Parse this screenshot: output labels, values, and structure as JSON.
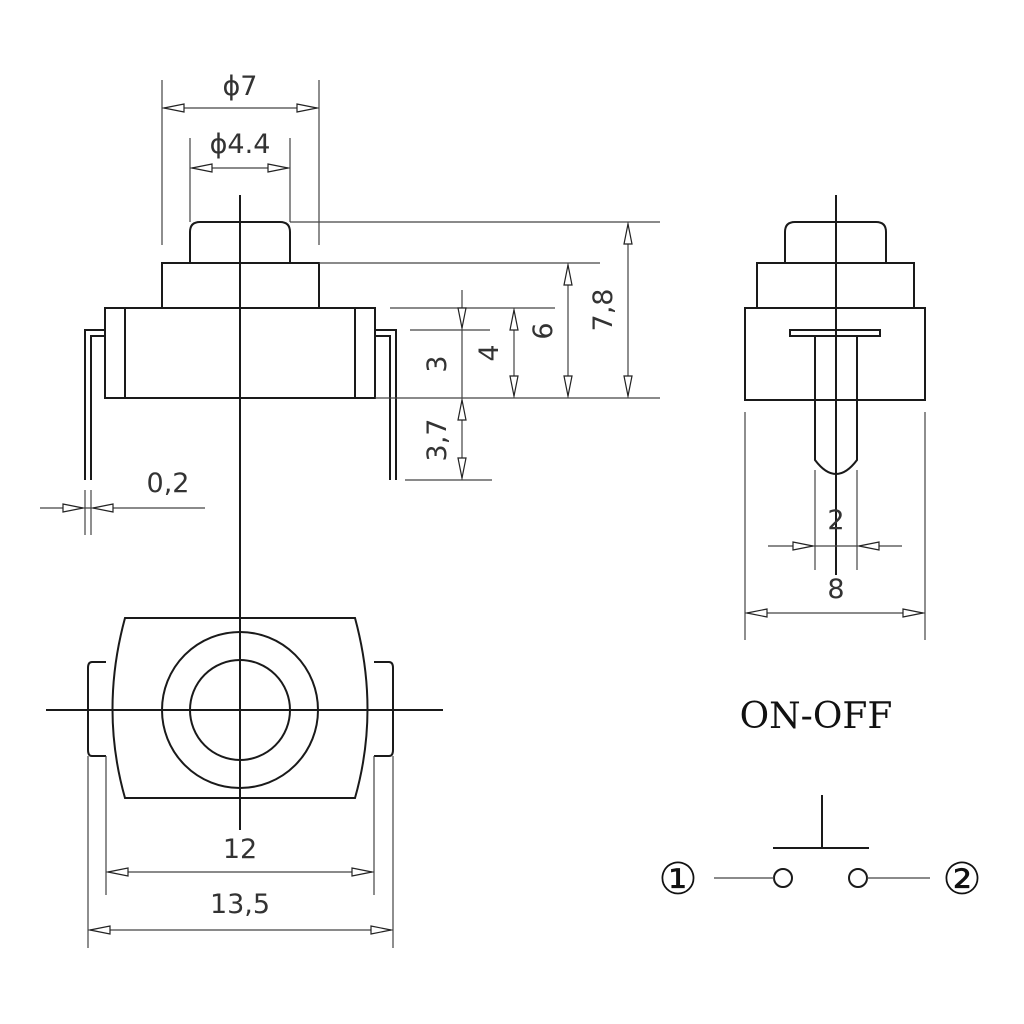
{
  "dimensions": {
    "outer_diameter": "ϕ7",
    "inner_diameter": "ϕ4.4",
    "total_height": "7,8",
    "height_6": "6",
    "height_4": "4",
    "height_3": "3",
    "pin_length": "3,7",
    "pin_thickness": "0,2",
    "pin_width": "2",
    "side_width": "8",
    "body_width": "12",
    "pin_span": "13,5"
  },
  "schematic": {
    "title": "ON-OFF",
    "terminal_1": "①",
    "terminal_2": "②"
  }
}
